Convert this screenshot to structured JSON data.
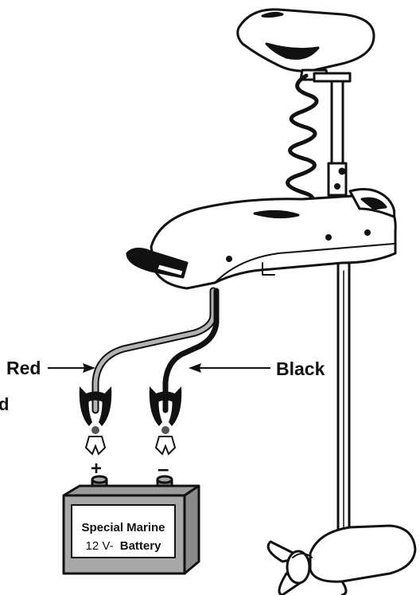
{
  "labels": {
    "red": "Red",
    "black": "Black",
    "stray_letter": "d"
  },
  "terminals": {
    "positive": "+",
    "negative": "–"
  },
  "battery": {
    "line1": "Special Marine",
    "line2_prefix": "12 V-",
    "line2_bold": "Battery"
  },
  "colors": {
    "red_cable": "#b3b3b3",
    "black_cable": "#111111",
    "ink": "#111111",
    "paper": "#ffffff"
  },
  "icons": {
    "motor": "trolling-motor-icon",
    "battery": "battery-icon",
    "clamp_positive": "alligator-clamp-icon",
    "clamp_negative": "alligator-clamp-icon"
  }
}
